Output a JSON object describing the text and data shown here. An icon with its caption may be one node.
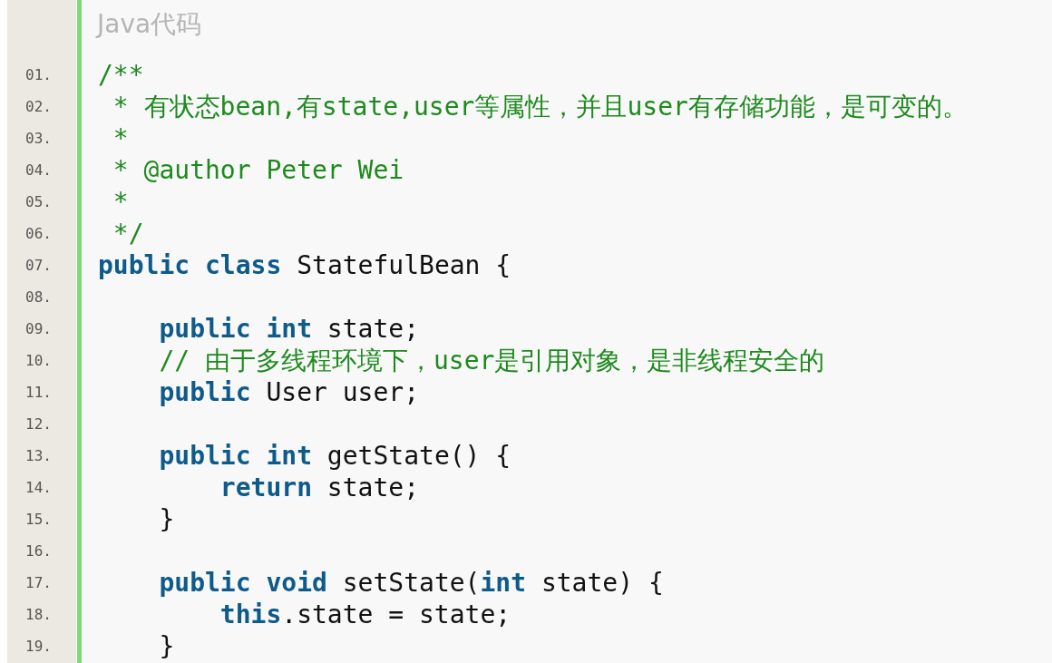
{
  "diagram": {
    "title": "Java代码",
    "labels": [
      "01.",
      "/**",
      "02.",
      "* 有状态bean,有state,user等属性，并且user有存储功能，是可变的。",
      "03.",
      "*",
      "04.",
      "* @author Peter Wei",
      "05.",
      "*",
      "06.",
      "*/",
      "07.",
      "**public** **class** StatefulBean {",
      "08.",
      "09.",
      "**public** **int** state;",
      "10.",
      "// 由于多线程环境下，user是引用对象，是非线程安全的",
      "11.",
      "**public** User user;",
      "12.",
      "13.",
      "**public** **int** getState() {",
      "14.",
      "**return** state;",
      "15.",
      "}",
      "16.",
      "17.",
      "**public** **void** setState(**int** state) {",
      "18.",
      "**this**.state = state;",
      "19.",
      "}"
    ]
  }
}
